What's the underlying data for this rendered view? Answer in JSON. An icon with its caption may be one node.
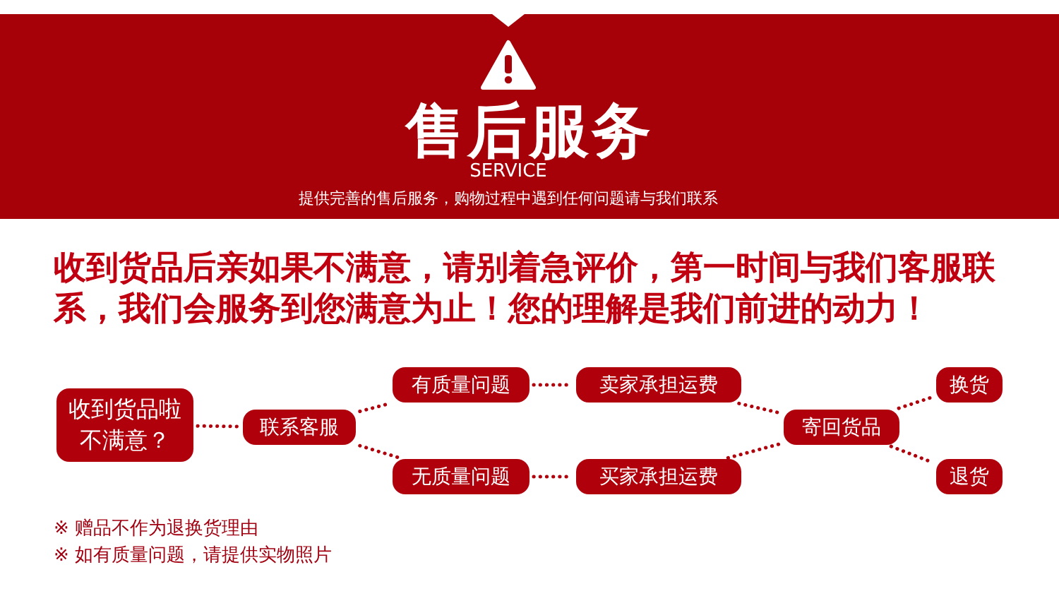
{
  "diagram": {
    "title": "售后服务",
    "nodes": [
      {
        "text": [
          "收到货品啦不满意？"
        ]
      },
      {
        "text": [
          "联系客服"
        ]
      },
      {
        "text": [
          "有质量问题"
        ]
      },
      {
        "text": [
          "无质量问题"
        ]
      },
      {
        "text": [
          "卖家承担运费"
        ]
      },
      {
        "text": [
          "买家承担运费"
        ]
      },
      {
        "text": [
          "寄回货品"
        ]
      },
      {
        "text": [
          "换货"
        ]
      },
      {
        "text": [
          "退货"
        ]
      }
    ],
    "edges": [
      {
        "from": 0,
        "to": 1,
        "arrow": "none"
      },
      {
        "from": 1,
        "to": 2,
        "arrow": "none"
      },
      {
        "from": 1,
        "to": 3,
        "arrow": "none"
      },
      {
        "from": 2,
        "to": 4,
        "arrow": "none"
      },
      {
        "from": 3,
        "to": 5,
        "arrow": "none"
      },
      {
        "from": 4,
        "to": 6,
        "arrow": "none"
      },
      {
        "from": 5,
        "to": 6,
        "arrow": "none"
      },
      {
        "from": 6,
        "to": 7,
        "arrow": "none"
      },
      {
        "from": 6,
        "to": 8,
        "arrow": "none"
      }
    ],
    "labels": [
      "SERVICE",
      "提供完善的售后服务，购物过程中遇到任何问题请与我们联系",
      "收到货品后亲如果不满意，请别着急评价，第一时间与我们客服联系，我们会服务到您满意为止！您的理解是我们前进的动力！",
      "※  赠品不作为退换货理由",
      "※  如有质量问题，请提供实物照片"
    ]
  }
}
